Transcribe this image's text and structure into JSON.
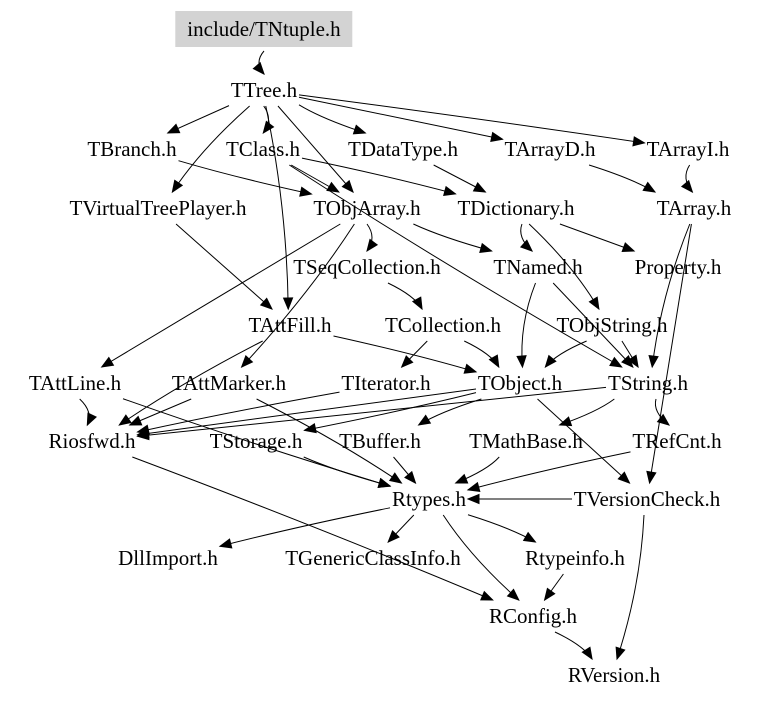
{
  "diagram": {
    "type": "include-dependency-graph",
    "root": "include/TNtuple.h",
    "root_fill": "#d3d3d3",
    "nodes": [
      {
        "id": "TNtuple",
        "label": "include/TNtuple.h",
        "root": true
      },
      {
        "id": "TTree",
        "label": "TTree.h"
      },
      {
        "id": "TBranch",
        "label": "TBranch.h"
      },
      {
        "id": "TClass",
        "label": "TClass.h"
      },
      {
        "id": "TDataType",
        "label": "TDataType.h"
      },
      {
        "id": "TArrayD",
        "label": "TArrayD.h"
      },
      {
        "id": "TArrayI",
        "label": "TArrayI.h"
      },
      {
        "id": "TVirtualTreePlayer",
        "label": "TVirtualTreePlayer.h"
      },
      {
        "id": "TObjArray",
        "label": "TObjArray.h"
      },
      {
        "id": "TDictionary",
        "label": "TDictionary.h"
      },
      {
        "id": "TArray",
        "label": "TArray.h"
      },
      {
        "id": "TSeqCollection",
        "label": "TSeqCollection.h"
      },
      {
        "id": "TNamed",
        "label": "TNamed.h"
      },
      {
        "id": "Property",
        "label": "Property.h"
      },
      {
        "id": "TAttFill",
        "label": "TAttFill.h"
      },
      {
        "id": "TCollection",
        "label": "TCollection.h"
      },
      {
        "id": "TObjString",
        "label": "TObjString.h"
      },
      {
        "id": "TAttLine",
        "label": "TAttLine.h"
      },
      {
        "id": "TAttMarker",
        "label": "TAttMarker.h"
      },
      {
        "id": "TIterator",
        "label": "TIterator.h"
      },
      {
        "id": "TObject",
        "label": "TObject.h"
      },
      {
        "id": "TString",
        "label": "TString.h"
      },
      {
        "id": "Riosfwd",
        "label": "Riosfwd.h"
      },
      {
        "id": "TStorage",
        "label": "TStorage.h"
      },
      {
        "id": "TBuffer",
        "label": "TBuffer.h"
      },
      {
        "id": "TMathBase",
        "label": "TMathBase.h"
      },
      {
        "id": "TRefCnt",
        "label": "TRefCnt.h"
      },
      {
        "id": "Rtypes",
        "label": "Rtypes.h"
      },
      {
        "id": "TVersionCheck",
        "label": "TVersionCheck.h"
      },
      {
        "id": "DllImport",
        "label": "DllImport.h"
      },
      {
        "id": "TGenericClassInfo",
        "label": "TGenericClassInfo.h"
      },
      {
        "id": "Rtypeinfo",
        "label": "Rtypeinfo.h"
      },
      {
        "id": "RConfig",
        "label": "RConfig.h"
      },
      {
        "id": "RVersion",
        "label": "RVersion.h"
      }
    ],
    "edges": [
      [
        "TNtuple",
        "TTree"
      ],
      [
        "TTree",
        "TBranch"
      ],
      [
        "TTree",
        "TClass"
      ],
      [
        "TTree",
        "TDataType"
      ],
      [
        "TTree",
        "TArrayD"
      ],
      [
        "TTree",
        "TArrayI"
      ],
      [
        "TTree",
        "TVirtualTreePlayer"
      ],
      [
        "TTree",
        "TObjArray"
      ],
      [
        "TTree",
        "TAttFill"
      ],
      [
        "TBranch",
        "TObjArray"
      ],
      [
        "TClass",
        "TObjArray"
      ],
      [
        "TClass",
        "TDictionary"
      ],
      [
        "TClass",
        "TString"
      ],
      [
        "TDataType",
        "TDictionary"
      ],
      [
        "TArrayD",
        "TArray"
      ],
      [
        "TArrayI",
        "TArray"
      ],
      [
        "TVirtualTreePlayer",
        "TAttFill"
      ],
      [
        "TObjArray",
        "TSeqCollection"
      ],
      [
        "TObjArray",
        "TNamed"
      ],
      [
        "TObjArray",
        "TAttLine"
      ],
      [
        "TObjArray",
        "TAttMarker"
      ],
      [
        "TDictionary",
        "TNamed"
      ],
      [
        "TDictionary",
        "Property"
      ],
      [
        "TDictionary",
        "TObjString"
      ],
      [
        "TArray",
        "TString"
      ],
      [
        "TArray",
        "TVersionCheck"
      ],
      [
        "TSeqCollection",
        "TCollection"
      ],
      [
        "TNamed",
        "TObject"
      ],
      [
        "TNamed",
        "TString"
      ],
      [
        "TAttFill",
        "TObject"
      ],
      [
        "TAttFill",
        "Riosfwd"
      ],
      [
        "TCollection",
        "TIterator"
      ],
      [
        "TCollection",
        "TObject"
      ],
      [
        "TObjString",
        "TObject"
      ],
      [
        "TObjString",
        "TString"
      ],
      [
        "TAttLine",
        "Riosfwd"
      ],
      [
        "TAttLine",
        "Rtypes"
      ],
      [
        "TAttMarker",
        "Riosfwd"
      ],
      [
        "TAttMarker",
        "Rtypes"
      ],
      [
        "TIterator",
        "Riosfwd"
      ],
      [
        "TObject",
        "Riosfwd"
      ],
      [
        "TObject",
        "TStorage"
      ],
      [
        "TObject",
        "TBuffer"
      ],
      [
        "TObject",
        "TVersionCheck"
      ],
      [
        "TString",
        "TMathBase"
      ],
      [
        "TString",
        "TRefCnt"
      ],
      [
        "TString",
        "Riosfwd"
      ],
      [
        "Riosfwd",
        "RConfig"
      ],
      [
        "TStorage",
        "Rtypes"
      ],
      [
        "TBuffer",
        "Rtypes"
      ],
      [
        "TMathBase",
        "Rtypes"
      ],
      [
        "TRefCnt",
        "Rtypes"
      ],
      [
        "TVersionCheck",
        "Rtypes"
      ],
      [
        "TVersionCheck",
        "RVersion"
      ],
      [
        "Rtypes",
        "DllImport"
      ],
      [
        "Rtypes",
        "TGenericClassInfo"
      ],
      [
        "Rtypes",
        "Rtypeinfo"
      ],
      [
        "Rtypes",
        "RConfig"
      ],
      [
        "Rtypeinfo",
        "RConfig"
      ],
      [
        "RConfig",
        "RVersion"
      ]
    ]
  }
}
